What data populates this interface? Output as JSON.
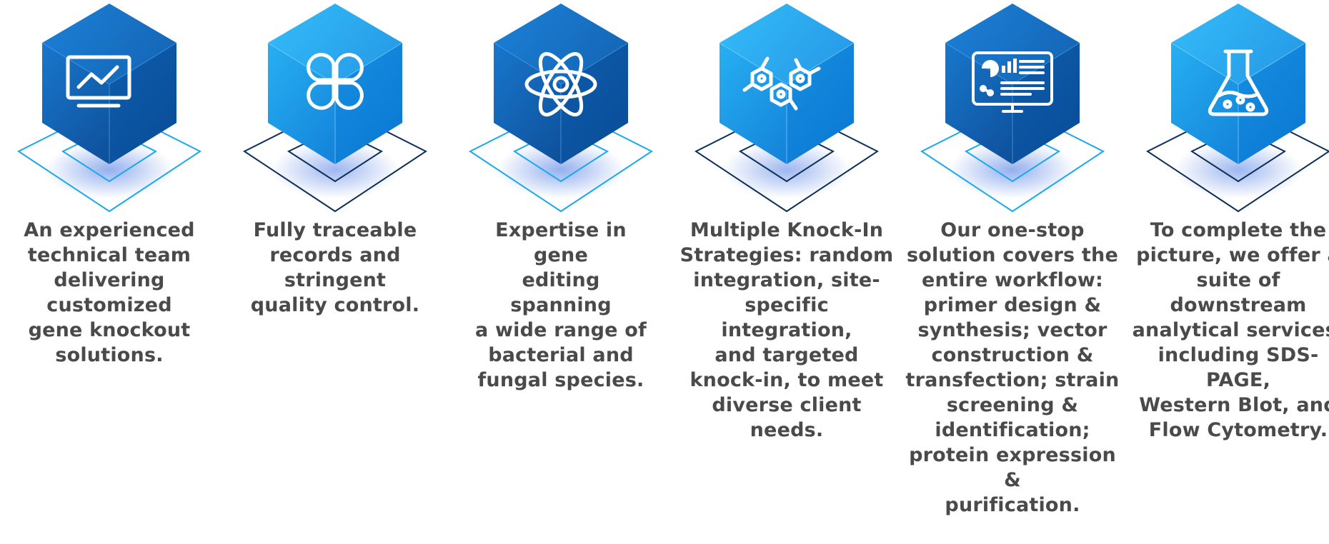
{
  "colors": {
    "dark_blue": "#0b5fb0",
    "deep_blue": "#0a3f86",
    "light_blue": "#12a6ef",
    "cyan_outline": "#19a9ec",
    "navy_outline": "#0d2f5a",
    "caption_text": "#4a4a4a"
  },
  "features": [
    {
      "icon": "monitor-chart-icon",
      "style": "dark",
      "caption_lines": [
        "An experienced",
        "technical team",
        "delivering",
        "customized",
        "gene knockout",
        "solutions."
      ]
    },
    {
      "icon": "four-petal-flower-icon",
      "style": "light",
      "caption_lines": [
        "Fully traceable",
        "records and stringent",
        "quality control."
      ]
    },
    {
      "icon": "atom-icon",
      "style": "dark",
      "caption_lines": [
        "Expertise in gene",
        "editing spanning",
        "a wide range of",
        "bacterial and",
        "fungal species."
      ]
    },
    {
      "icon": "molecule-structure-icon",
      "style": "light",
      "caption_lines": [
        "Multiple Knock-In",
        "Strategies: random",
        "integration, site-",
        "specific integration,",
        "and targeted",
        "knock-in, to meet",
        "diverse client needs."
      ]
    },
    {
      "icon": "dashboard-monitor-icon",
      "style": "dark",
      "caption_lines": [
        "Our one-stop",
        "solution covers the",
        "entire workflow:",
        "primer design &",
        "synthesis; vector",
        "construction &",
        "transfection; strain",
        "screening &",
        "identification;",
        "protein expression &",
        "purification."
      ]
    },
    {
      "icon": "flask-icon",
      "style": "light",
      "caption_lines": [
        "To complete the",
        "picture, we offer a",
        "suite of downstream",
        "analytical services,",
        "including SDS-PAGE,",
        "Western Blot, and",
        "Flow Cytometry."
      ]
    }
  ]
}
